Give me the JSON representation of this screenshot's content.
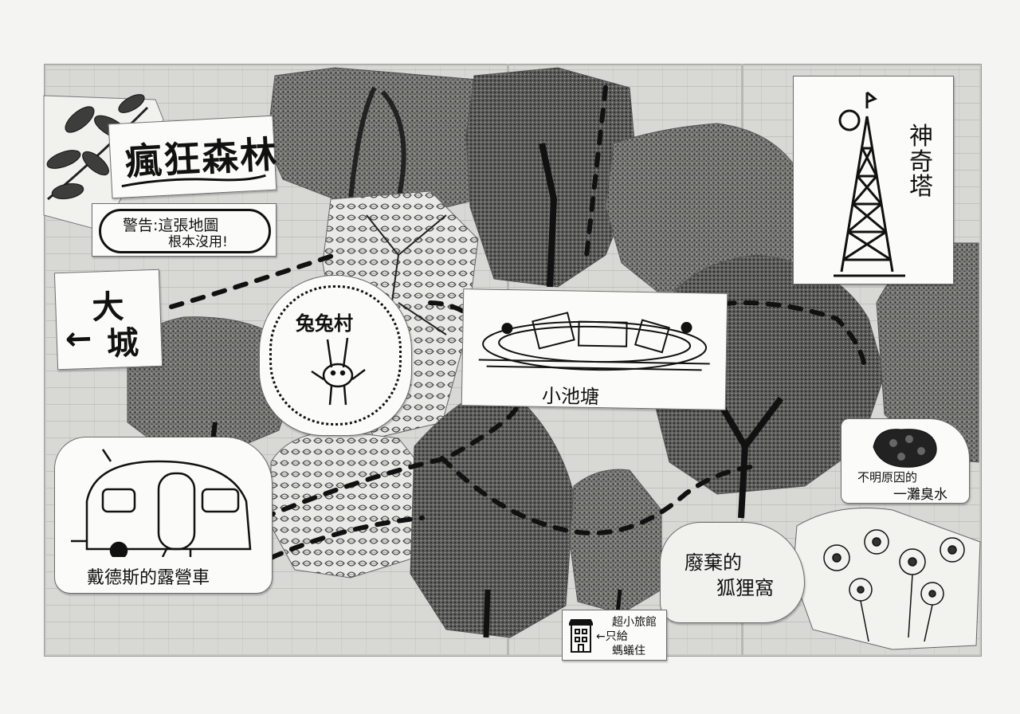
{
  "map": {
    "title": "瘋狂森林",
    "warning_line1": "警告:這張地圖",
    "warning_line2": "根本沒用!",
    "big_city_line1": "大",
    "big_city_line2": "城",
    "big_city_arrow": "←",
    "tower_label": [
      "神",
      "奇",
      "塔"
    ],
    "rabbit_village": "兔兔村",
    "pond": "小池塘",
    "caravan": "戴德斯的露營車",
    "puddle_line1": "不明原因的",
    "puddle_line2": "一灘臭水",
    "fox_den_line1": "廢棄的",
    "fox_den_line2": "狐狸窩",
    "hotel_line1": "超小旅館",
    "hotel_line2": "←只給",
    "hotel_line3": "螞蟻住"
  },
  "colors": {
    "paper": "#d8d8d5",
    "card": "#fbfbf9",
    "ink": "#111111",
    "foliage_dark": "#4a4a48",
    "foliage_mid": "#6e6e6b",
    "foliage_light": "#9c9c98"
  },
  "icons": [
    "leaf-branch-icon",
    "radio-tower-icon",
    "rabbit-icon",
    "caravan-icon",
    "pond-icon",
    "tiny-hotel-icon",
    "puddle-icon",
    "flower-icon",
    "arrow-left-icon"
  ]
}
